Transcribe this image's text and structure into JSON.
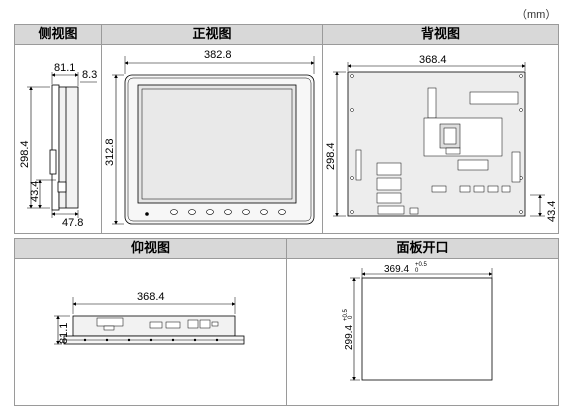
{
  "unit_label": "（mm）",
  "headers": {
    "side_view": "侧视图",
    "front_view": "正视图",
    "back_view": "背视图",
    "bottom_view": "仰视图",
    "panel_cutout": "面板开口"
  },
  "side_dims": {
    "top_width": "81.1",
    "top_offset": "8.3",
    "height": "298.4",
    "lower_height": "43.4",
    "bottom_width": "47.8"
  },
  "front_dims": {
    "width": "382.8",
    "height": "312.8"
  },
  "back_dims": {
    "width": "368.4",
    "height": "298.4",
    "lower_height": "43.4"
  },
  "bottom_dims": {
    "width": "368.4",
    "depth": "81.1"
  },
  "cutout_dims": {
    "width": "369.4",
    "width_tol": "+0.5\n0",
    "width_tol_upper": "+0.5",
    "width_tol_lower": "0",
    "height": "299.4",
    "height_tol_upper": "+0.5",
    "height_tol_lower": "0"
  }
}
